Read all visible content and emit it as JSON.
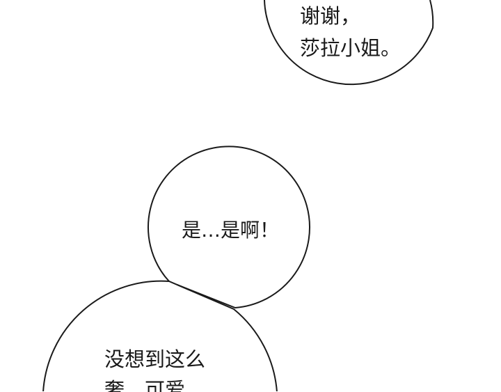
{
  "bubbles": [
    {
      "lines": [
        "谢谢，",
        "莎拉小姐。"
      ]
    },
    {
      "lines": [
        "是…是啊！"
      ]
    },
    {
      "lines": [
        "没想到这么",
        "奢…可爱"
      ]
    }
  ]
}
